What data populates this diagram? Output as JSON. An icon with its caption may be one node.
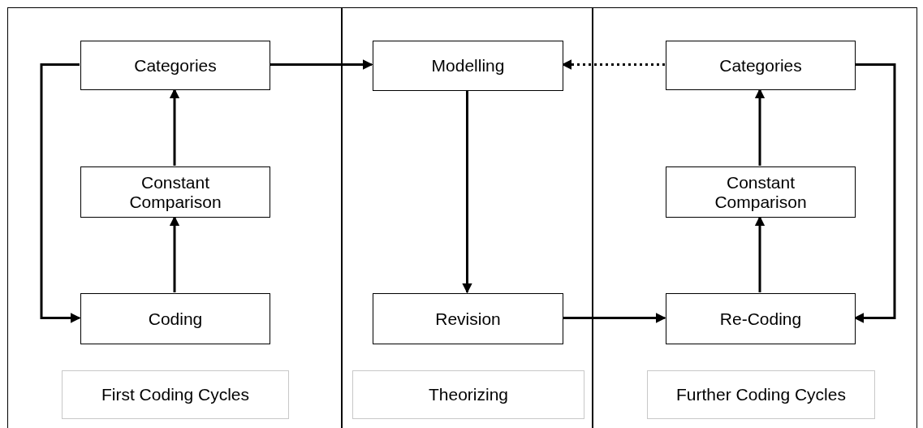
{
  "diagram": {
    "nodes": [
      {
        "text": [],
        "shape": "box"
      },
      {
        "text": [
          "Categories"
        ],
        "in": 0
      },
      {
        "text": [
          "Constant Comparison"
        ],
        "in": 0
      },
      {
        "text": [
          "Coding"
        ],
        "in": 0
      },
      {
        "text": [
          "First Coding Cycles"
        ],
        "in": 0
      },
      {
        "text": [],
        "shape": "box"
      },
      {
        "text": [
          "Modelling"
        ],
        "in": 5
      },
      {
        "text": [
          "Revision"
        ],
        "in": 5
      },
      {
        "text": [
          "Theorizing"
        ],
        "in": 5
      },
      {
        "text": [],
        "shape": "box"
      },
      {
        "text": [
          "Categories"
        ],
        "in": 9
      },
      {
        "text": [
          "Constant Comparison"
        ],
        "in": 9
      },
      {
        "text": [
          "Re-Coding"
        ],
        "in": 9
      },
      {
        "text": [
          "Further Coding Cycles"
        ],
        "in": 9
      }
    ],
    "edges": [
      {
        "from": 3,
        "to": 2,
        "arrow": "to"
      },
      {
        "from": 2,
        "to": 1,
        "arrow": "to"
      },
      {
        "from": 1,
        "to": 3,
        "arrow": "to"
      },
      {
        "from": 1,
        "to": 6,
        "arrow": "to"
      },
      {
        "from": 10,
        "to": 6,
        "arrow": "to",
        "style": "dashed"
      },
      {
        "from": 6,
        "to": 7,
        "arrow": "to"
      },
      {
        "from": 7,
        "to": 12,
        "arrow": "to"
      },
      {
        "from": 12,
        "to": 11,
        "arrow": "to"
      },
      {
        "from": 11,
        "to": 10,
        "arrow": "to"
      },
      {
        "from": 10,
        "to": 12,
        "arrow": "to"
      }
    ]
  }
}
